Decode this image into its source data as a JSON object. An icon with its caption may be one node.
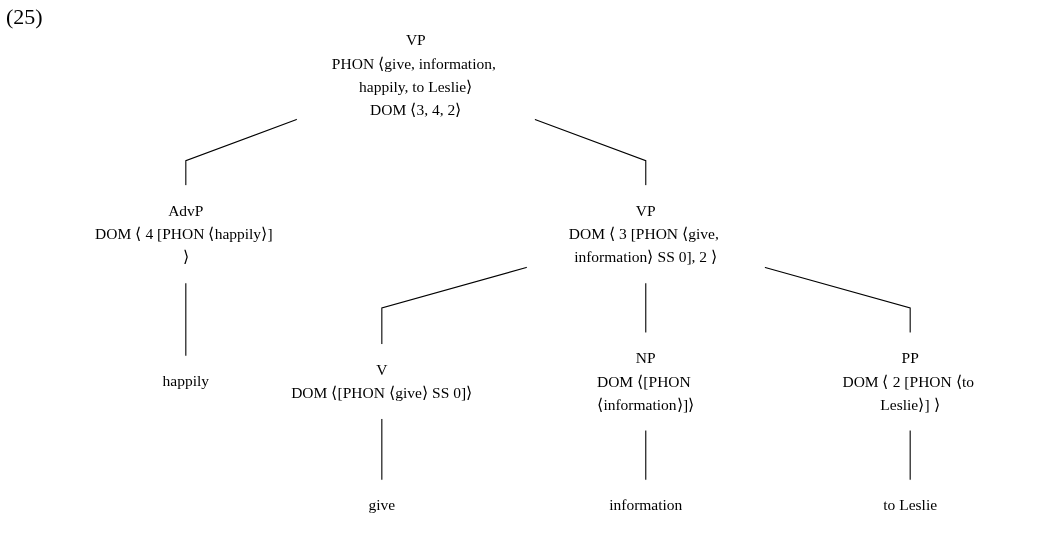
{
  "diagram": {
    "nodes": [
      {
        "text": [
          "VP",
          "PHON ⟨give, information, happily, to Leslie⟩",
          "DOM ⟨3, 4, 2⟩"
        ]
      },
      {
        "text": [
          "VP",
          "DOM ⟨ 3 [PHON ⟨give, information⟩ SS 0], 2 ⟩"
        ]
      },
      {
        "text": [
          "AdvP",
          "DOM ⟨ 4 [PHON ⟨happily⟩] ⟩"
        ]
      },
      {
        "text": [
          "happily"
        ]
      },
      {
        "text": [
          "V",
          "DOM ⟨[PHON ⟨give⟩ SS 0]⟩"
        ]
      },
      {
        "text": [
          "give"
        ]
      },
      {
        "text": [
          "NP",
          "DOM ⟨[PHON ⟨information⟩]⟩"
        ]
      },
      {
        "text": [
          "information"
        ]
      },
      {
        "text": [
          "PP",
          "DOM ⟨ 2 [PHON ⟨to Leslie⟩] ⟩"
        ]
      },
      {
        "text": [
          "to Leslie"
        ]
      }
    ],
    "edges": [
      {
        "from": 0,
        "to": 1,
        "arrow": "none"
      },
      {
        "from": 0,
        "to": 2,
        "arrow": "none"
      },
      {
        "from": 2,
        "to": 3,
        "arrow": "none"
      },
      {
        "from": 1,
        "to": 4,
        "arrow": "none"
      },
      {
        "from": 1,
        "to": 6,
        "arrow": "none"
      },
      {
        "from": 1,
        "to": 8,
        "arrow": "none"
      },
      {
        "from": 4,
        "to": 5,
        "arrow": "none"
      },
      {
        "from": 6,
        "to": 7,
        "arrow": "none"
      },
      {
        "from": 8,
        "to": 9,
        "arrow": "none"
      }
    ],
    "labels": [
      "(25)"
    ]
  }
}
